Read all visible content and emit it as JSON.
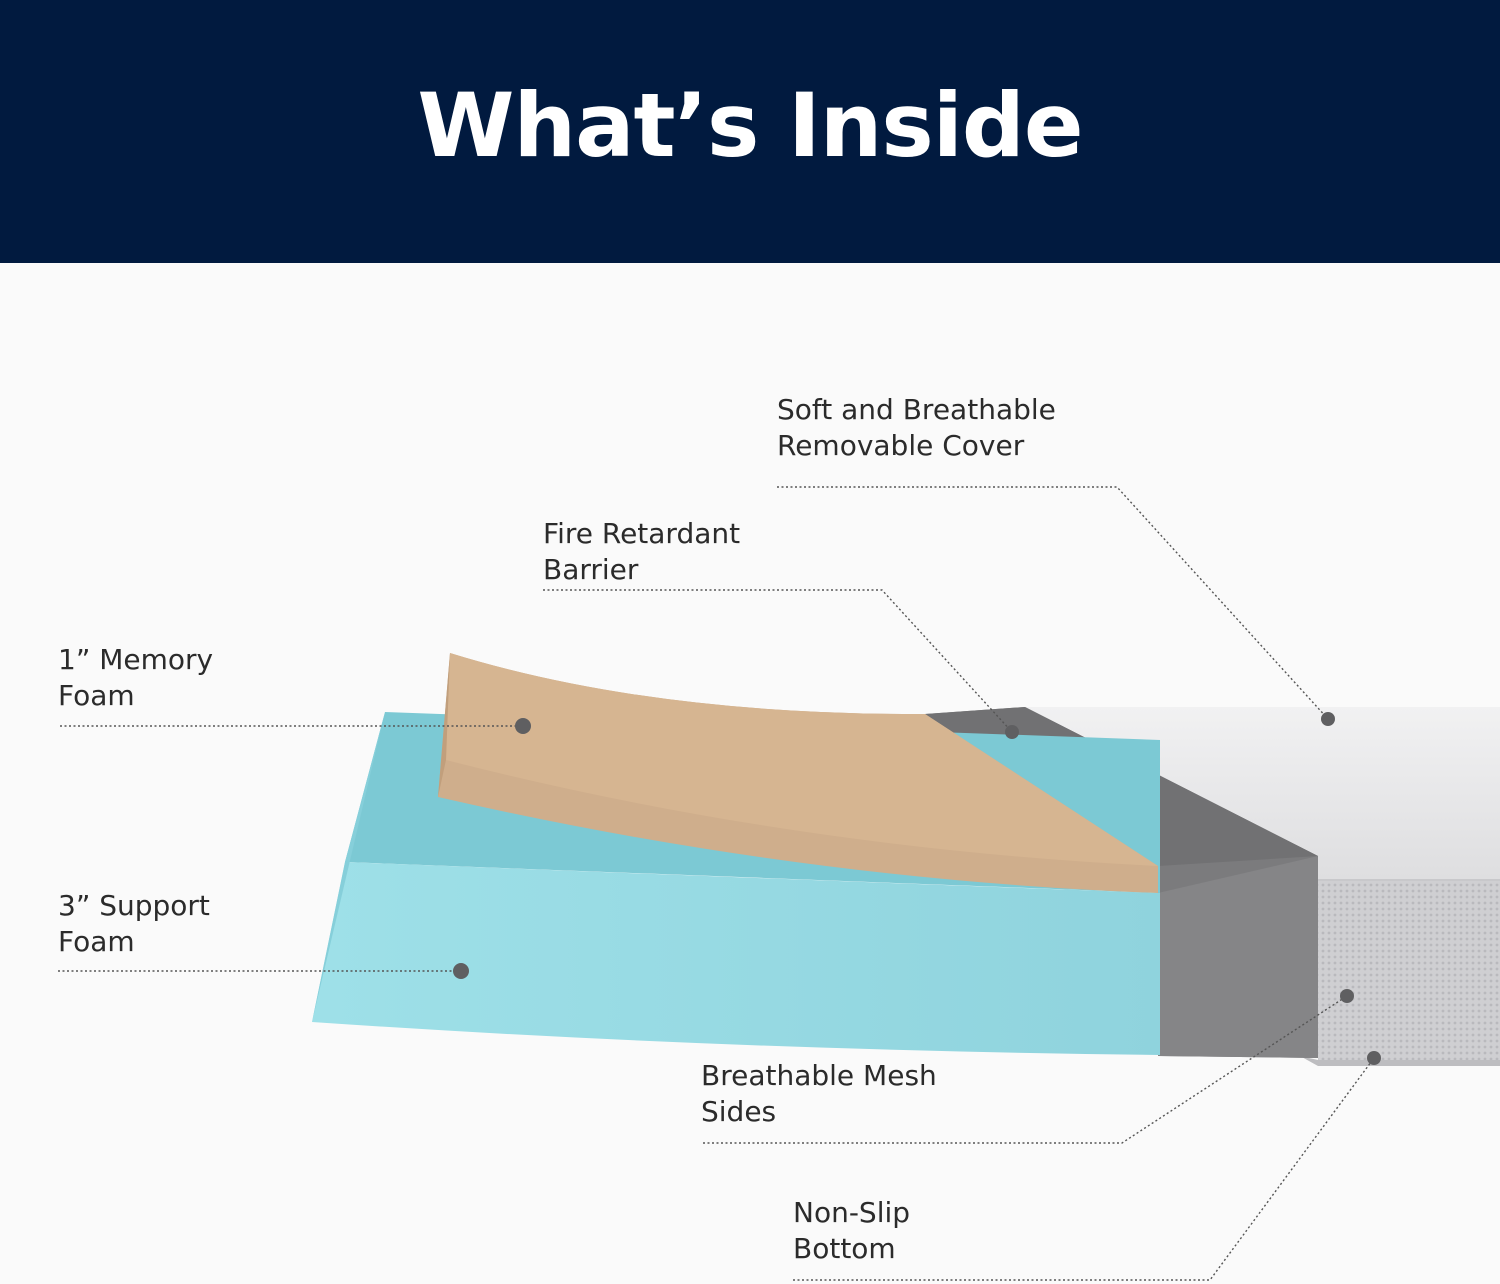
{
  "title": "What’s Inside",
  "colors": {
    "header_bg": "#011a3f",
    "memory_foam": "#cfae8c",
    "support_foam": "#8fd6e0",
    "fire_barrier": "#7a7a7a",
    "cover": "#e4e4e6",
    "leader_line": "#555555"
  },
  "callouts": {
    "cover": {
      "line1": "Soft and Breathable",
      "line2": "Removable Cover"
    },
    "barrier": {
      "line1": "Fire Retardant",
      "line2": "Barrier"
    },
    "memory": {
      "line1": "1” Memory",
      "line2": "Foam"
    },
    "support": {
      "line1": "3” Support",
      "line2": "Foam"
    },
    "mesh": {
      "line1": "Breathable Mesh",
      "line2": "Sides"
    },
    "bottom": {
      "line1": "Non-Slip",
      "line2": "Bottom"
    }
  }
}
